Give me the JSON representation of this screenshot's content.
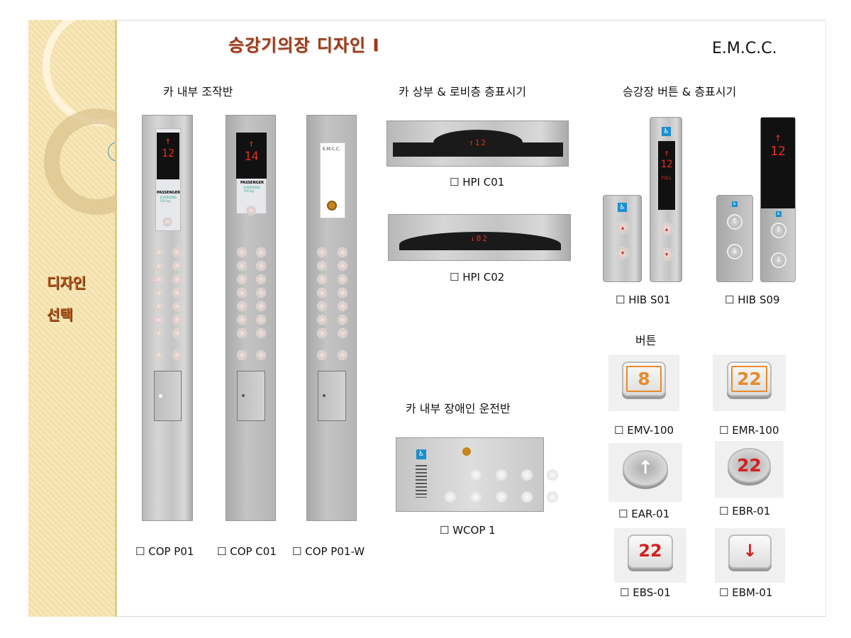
{
  "slide": {
    "title": "승강기의장 디자인 I",
    "brand": "E.M.C.C.",
    "side_lines": [
      "디자인",
      "선택"
    ]
  },
  "sections": {
    "cop": "카 내부 조작반",
    "hpi": "카 상부 & 로비층 층표시기",
    "hib": "승강장 버튼 & 층표시기",
    "buttons": "버튼",
    "wcop": "카 내부 장애인 운전반"
  },
  "cop_panels": [
    {
      "label": "☐ COP P01",
      "display_floor": "12",
      "display_arrow": "↑",
      "plate_title": "PASSENGER",
      "plate_capacity": "8 PERSONS",
      "plate_load": "550 kg"
    },
    {
      "label": "☐ COP C01",
      "display_floor": "14",
      "display_arrow": "↑",
      "plate_title": "PASSENGER",
      "plate_capacity": "8 PERSONS",
      "plate_load": "550 kg"
    },
    {
      "label": "☐ COP P01-W",
      "plate_brand": "E.M.C.C."
    }
  ],
  "hpi": [
    {
      "label": "☐ HPI C01",
      "display": "↑12"
    },
    {
      "label": "☐ HPI C02",
      "display": "↓02"
    }
  ],
  "hib": [
    {
      "label": "☐ HIB S01",
      "display_floor": "12",
      "display_arrow": "↑",
      "display_status": "FULL"
    },
    {
      "label": "☐ HIB S09",
      "display_floor": "12",
      "display_arrow": "↑"
    }
  ],
  "button_models": [
    {
      "label": "☐ EMV-100",
      "face": "8",
      "color": "#e88a2a"
    },
    {
      "label": "☐ EMR-100",
      "face": "22",
      "color": "#e88a2a"
    },
    {
      "label": "☐ EAR-01",
      "face": "↑",
      "color": "#ffffff"
    },
    {
      "label": "☐ EBR-01",
      "face": "22",
      "color": "#d22020"
    },
    {
      "label": "☐ EBS-01",
      "face": "22",
      "color": "#d22020"
    },
    {
      "label": "☐ EBM-01",
      "face": "↓",
      "color": "#d22020"
    }
  ],
  "wcop": {
    "label": "☐ WCOP 1"
  }
}
